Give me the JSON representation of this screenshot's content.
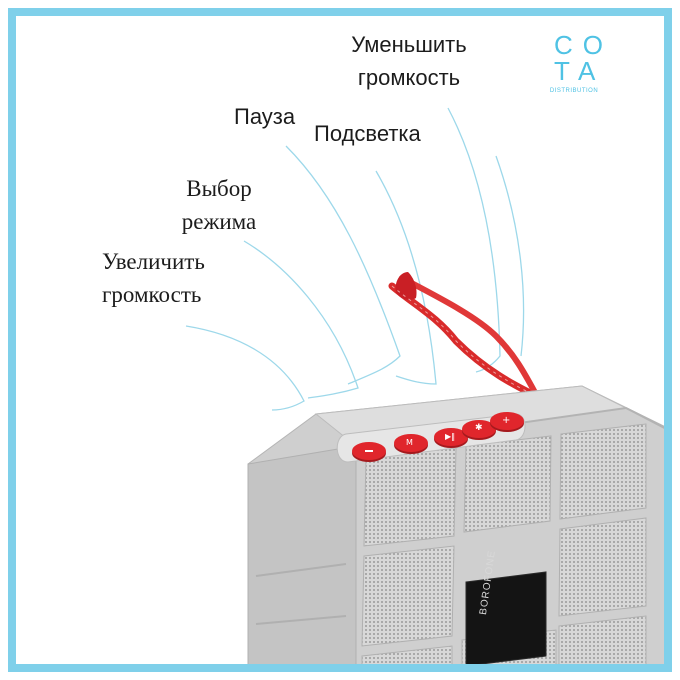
{
  "labels": {
    "volume_down": [
      "Уменьшить",
      "громкость"
    ],
    "pause": "Пауза",
    "backlight": "Подсветка",
    "mode_select": [
      "Выбор",
      "режима"
    ],
    "volume_up": [
      "Увеличить",
      "громкость"
    ]
  },
  "logo": {
    "row1": "CO",
    "row2": "TA",
    "sub": "DISTRIBUTION"
  },
  "product": {
    "brand": "BOROFONE"
  },
  "colors": {
    "frame": "#7fd0ea",
    "callout_lines": "#9dd8ea",
    "speaker_body": "#c9c9c9",
    "buttons": "#e0262c",
    "strap": "#d92b2b"
  }
}
